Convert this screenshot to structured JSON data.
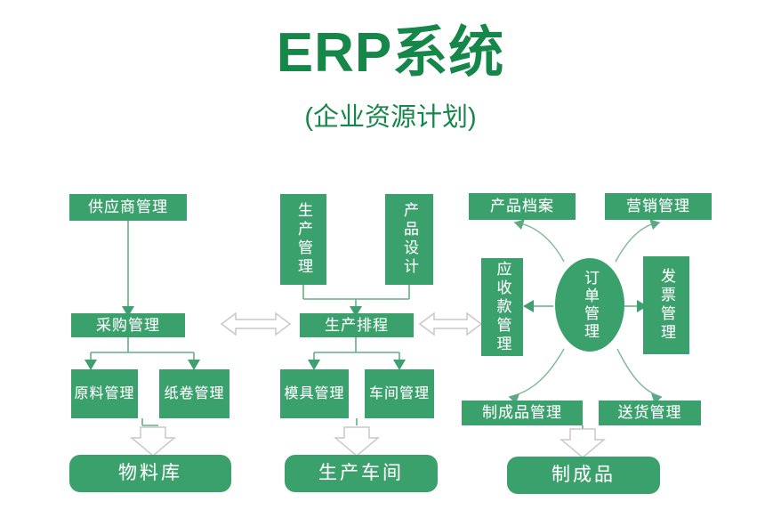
{
  "header": {
    "title": "ERP系统",
    "subtitle": "(企业资源计划)"
  },
  "colors": {
    "box_fill": "#3aa06c",
    "title_green": "#148749",
    "connector": "#64ad85",
    "hollow_arrow_stroke": "#c9c9c9"
  },
  "diagram": {
    "columns": {
      "procurement": {
        "supplier": "供应商管理",
        "purchasing": "采购管理",
        "raw_material": "原料管理",
        "paper_roll": "纸卷管理",
        "warehouse": "物料库"
      },
      "production": {
        "production_mgmt": "生产管理",
        "product_design": "产品设计",
        "production_schedule": "生产排程",
        "mold_mgmt": "模具管理",
        "workshop_mgmt": "车间管理",
        "workshop": "生产车间"
      },
      "sales": {
        "product_archive": "产品档案",
        "marketing": "营销管理",
        "receivables": "应收款管理",
        "order_mgmt": "订单管理",
        "invoice": "发票管理",
        "finished_goods_mgmt": "制成品管理",
        "delivery": "送货管理",
        "finished_goods": "制成品"
      }
    }
  }
}
